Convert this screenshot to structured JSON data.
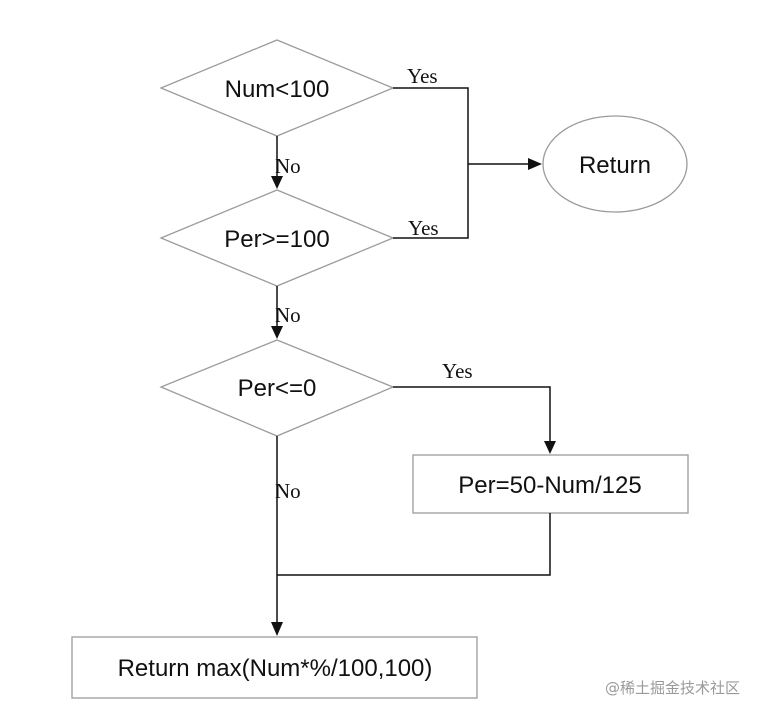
{
  "nodes": {
    "decision_num": {
      "label": "Num<100"
    },
    "decision_per_ge": {
      "label": "Per>=100"
    },
    "decision_per_le": {
      "label": "Per<=0"
    },
    "process_per_calc": {
      "label": "Per=50-Num/125"
    },
    "terminal_return": {
      "label": "Return"
    },
    "process_return_max": {
      "label": "Return max(Num*%/100,100)"
    }
  },
  "edges": {
    "num_yes": "Yes",
    "num_no": "No",
    "per_ge_yes": "Yes",
    "per_ge_no": "No",
    "per_le_yes": "Yes",
    "per_le_no": "No"
  },
  "watermark": "@稀土掘金技术社区"
}
